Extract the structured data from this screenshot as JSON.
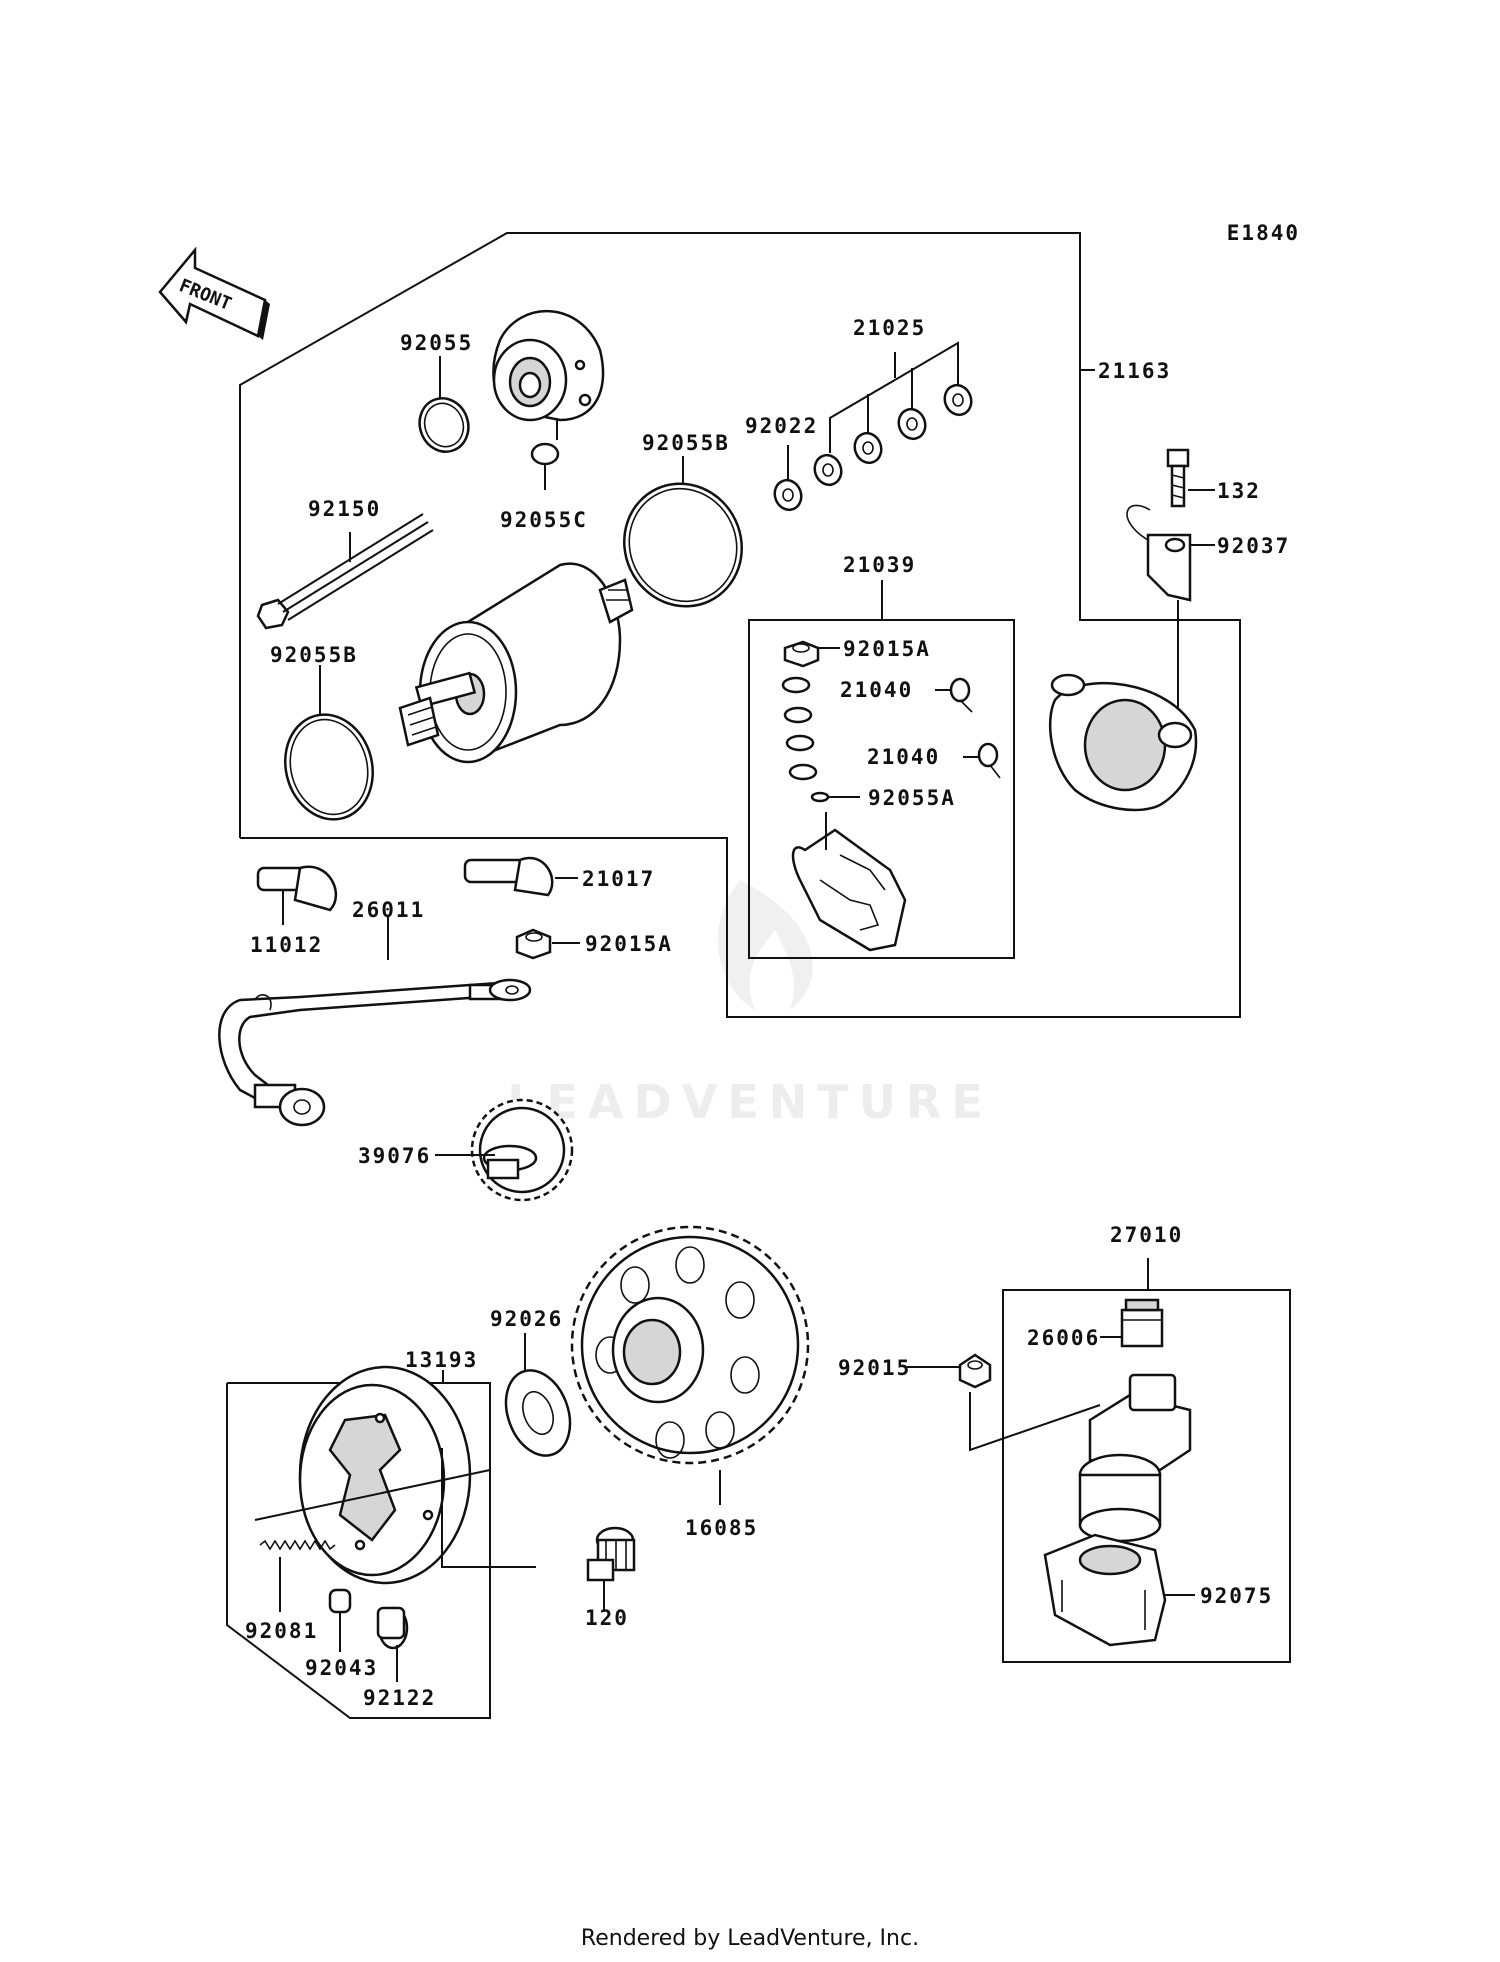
{
  "diagram_code": "E1840",
  "front_label": "FRONT",
  "watermark": "LEADVENTURE",
  "footer": "Rendered by LeadVenture, Inc.",
  "parts": {
    "p92055": "92055",
    "p21025": "21025",
    "p21163": "21163",
    "p92022": "92022",
    "p92055B_top": "92055B",
    "p132": "132",
    "p92037": "92037",
    "p92150": "92150",
    "p92055C": "92055C",
    "p21039": "21039",
    "p92015A_top": "92015A",
    "p92055B_left": "92055B",
    "p21040_a": "21040",
    "p21040_b": "21040",
    "p92055A": "92055A",
    "p21017": "21017",
    "p11012": "11012",
    "p26011": "26011",
    "p92015A_mid": "92015A",
    "p39076": "39076",
    "p27010": "27010",
    "p92026": "92026",
    "p13193": "13193",
    "p26006": "26006",
    "p92015": "92015",
    "p16085": "16085",
    "p92075": "92075",
    "p120": "120",
    "p92081": "92081",
    "p92043": "92043",
    "p92122": "92122"
  }
}
